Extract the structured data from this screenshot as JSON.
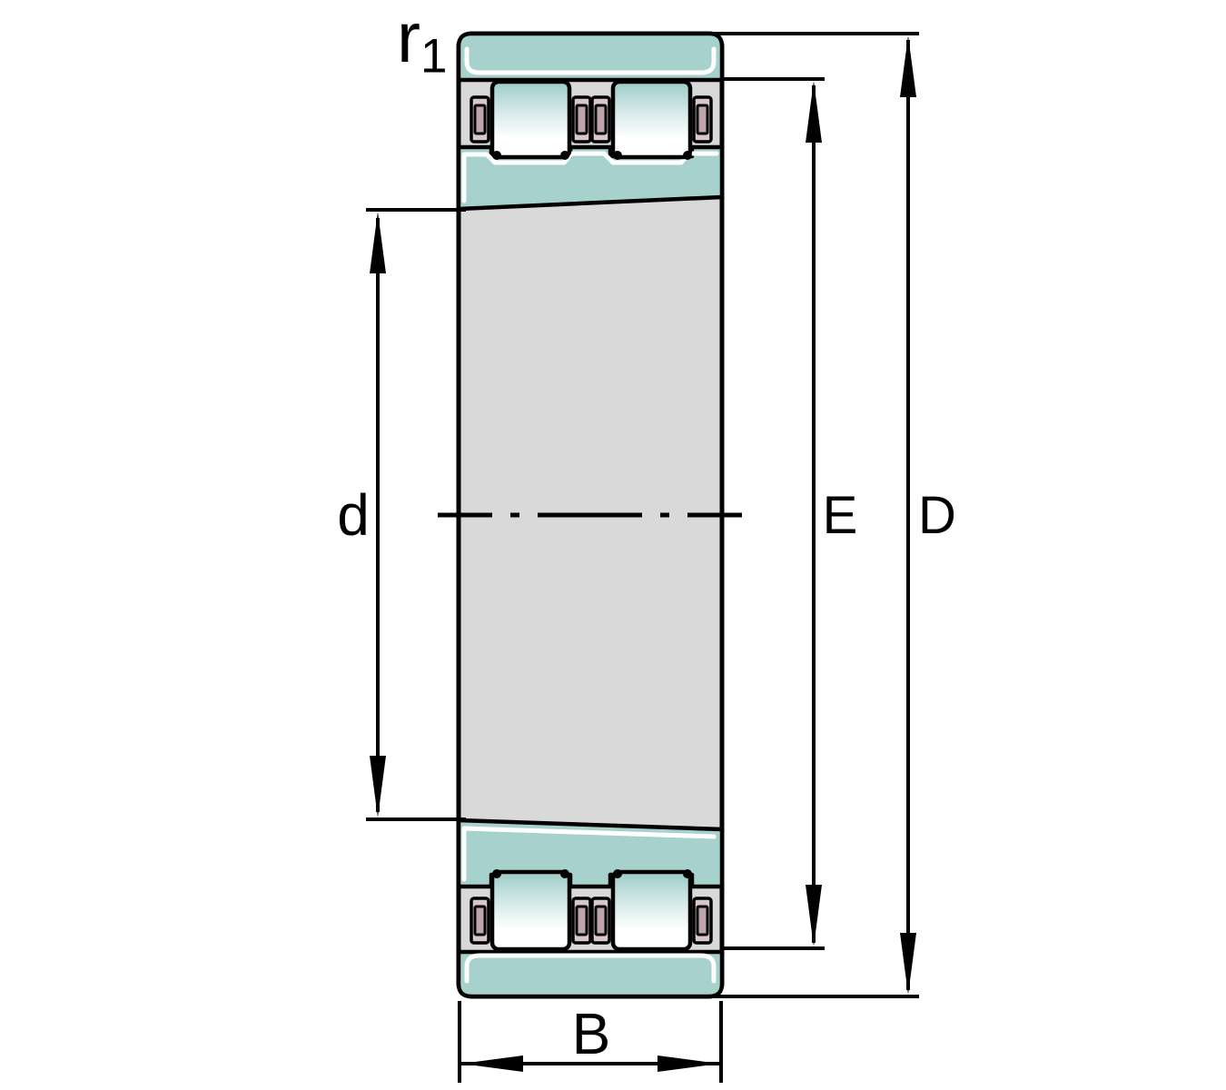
{
  "figure": {
    "title": "Double-row cylindrical roller bearing, tapered bore - dimension drawing",
    "labels": {
      "corner_radius": "r",
      "corner_radius_sub": "1",
      "bore_diameter": "d",
      "outer_raceway_diameter": "E",
      "outside_diameter": "D",
      "width": "B"
    },
    "colors": {
      "background": "#ffffff",
      "ring": "#a7d1cd",
      "roller_top": "#9ccbc8",
      "roller_mid": "#d3e9e7",
      "roller_light": "#ffffff",
      "cage_light": "#d9c6cb",
      "cage_dark": "#c0a5af",
      "bore_gray": "#d9d9d9",
      "outline": "#000000",
      "highlight": "#ffffff"
    }
  }
}
